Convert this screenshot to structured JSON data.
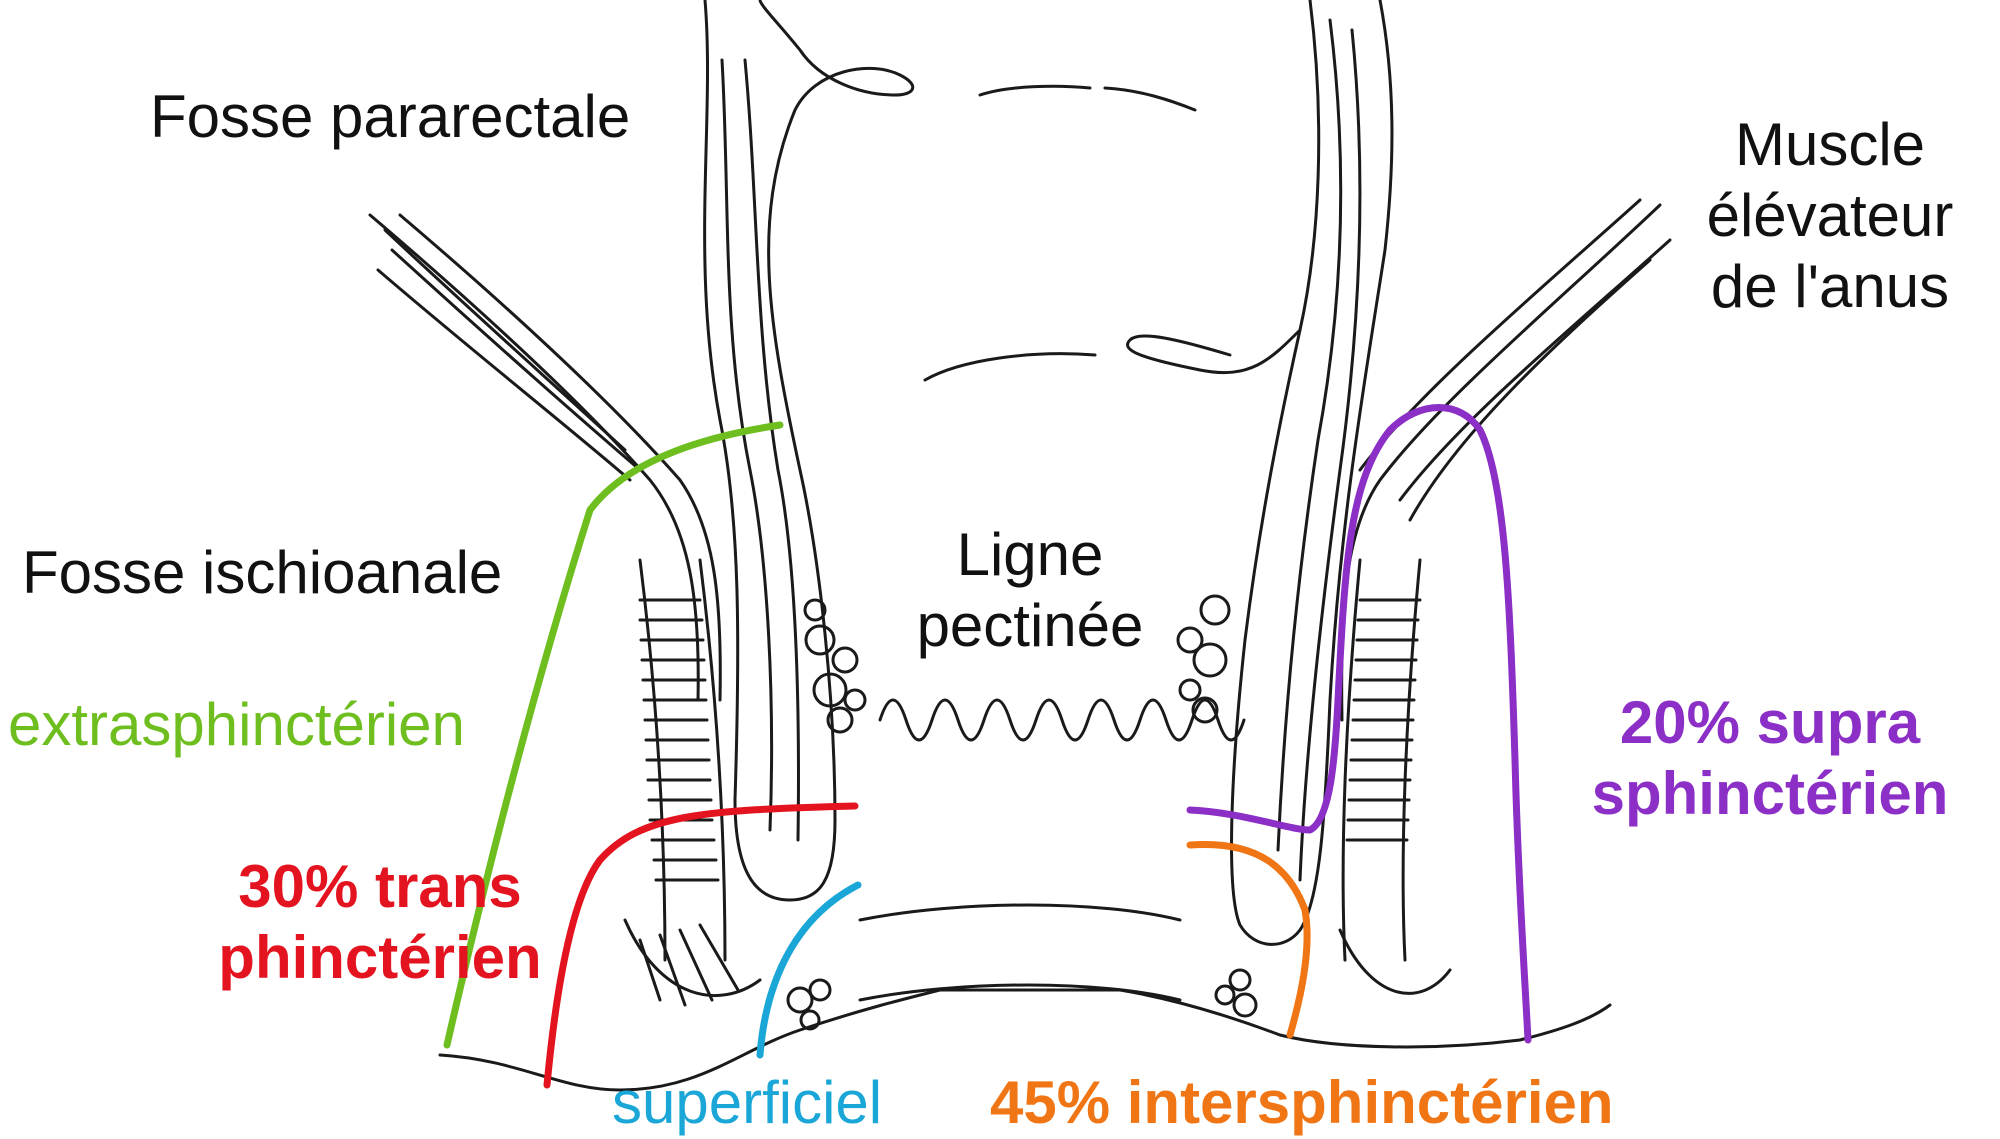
{
  "labels": {
    "fosse_pararectale": "Fosse pararectale",
    "muscle_elevateur": [
      "Muscle",
      "élévateur",
      "de l'anus"
    ],
    "fosse_ischioanale": "Fosse ischioanale",
    "ligne_pectinee": [
      "Ligne",
      "pectinée"
    ]
  },
  "fistula_types": {
    "extrasphincterien": {
      "label": "extrasphinctérien",
      "color": "#6dbe1e"
    },
    "trans": {
      "label": [
        "30% trans",
        "phinctérien"
      ],
      "color": "#e3141f"
    },
    "superficiel": {
      "label": "superficiel",
      "color": "#1aa6d6"
    },
    "inter": {
      "label": "45% intersphinctérien",
      "color": "#f07514"
    },
    "supra": {
      "label": [
        "20% supra",
        "sphinctérien"
      ],
      "color": "#8b2fc6"
    }
  },
  "line_color": "#1a1a1a"
}
